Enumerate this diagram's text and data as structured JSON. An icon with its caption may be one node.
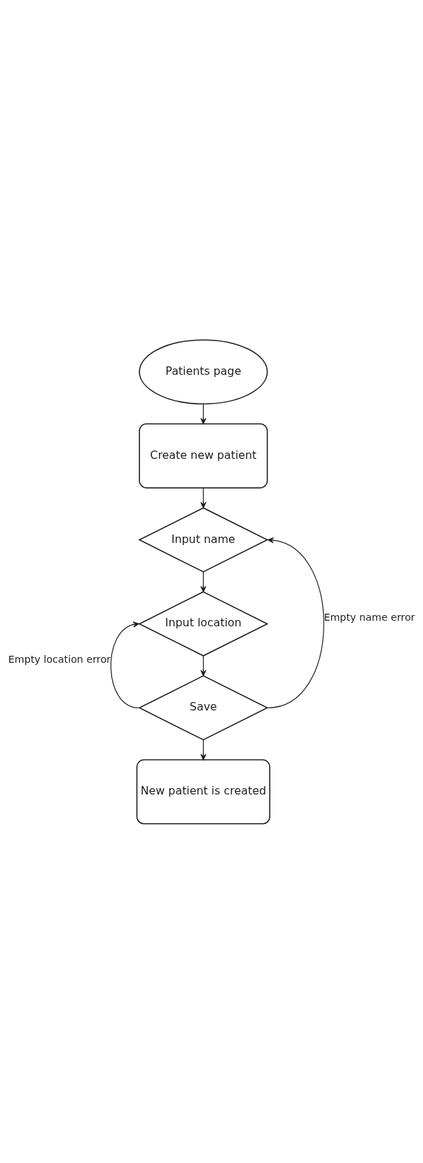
{
  "diagram": {
    "nodes": [
      {
        "text": [
          "Patients page"
        ]
      },
      {
        "text": [
          "Create new patient"
        ]
      },
      {
        "text": [
          "Input name"
        ]
      },
      {
        "text": [
          "Input location"
        ]
      },
      {
        "text": [
          "Save"
        ]
      },
      {
        "text": [
          "New patient is created"
        ]
      }
    ],
    "edges": [
      {
        "from": 0,
        "to": 1,
        "arrow": "to"
      },
      {
        "from": 1,
        "to": 2,
        "arrow": "to"
      },
      {
        "from": 2,
        "to": 3,
        "arrow": "to"
      },
      {
        "from": 3,
        "to": 4,
        "arrow": "to"
      },
      {
        "from": 4,
        "to": 3,
        "arrow": "to",
        "label": "Empty location error"
      },
      {
        "from": 4,
        "to": 2,
        "arrow": "to",
        "label": "Empty name error"
      },
      {
        "from": 4,
        "to": 5,
        "arrow": "to"
      }
    ]
  }
}
